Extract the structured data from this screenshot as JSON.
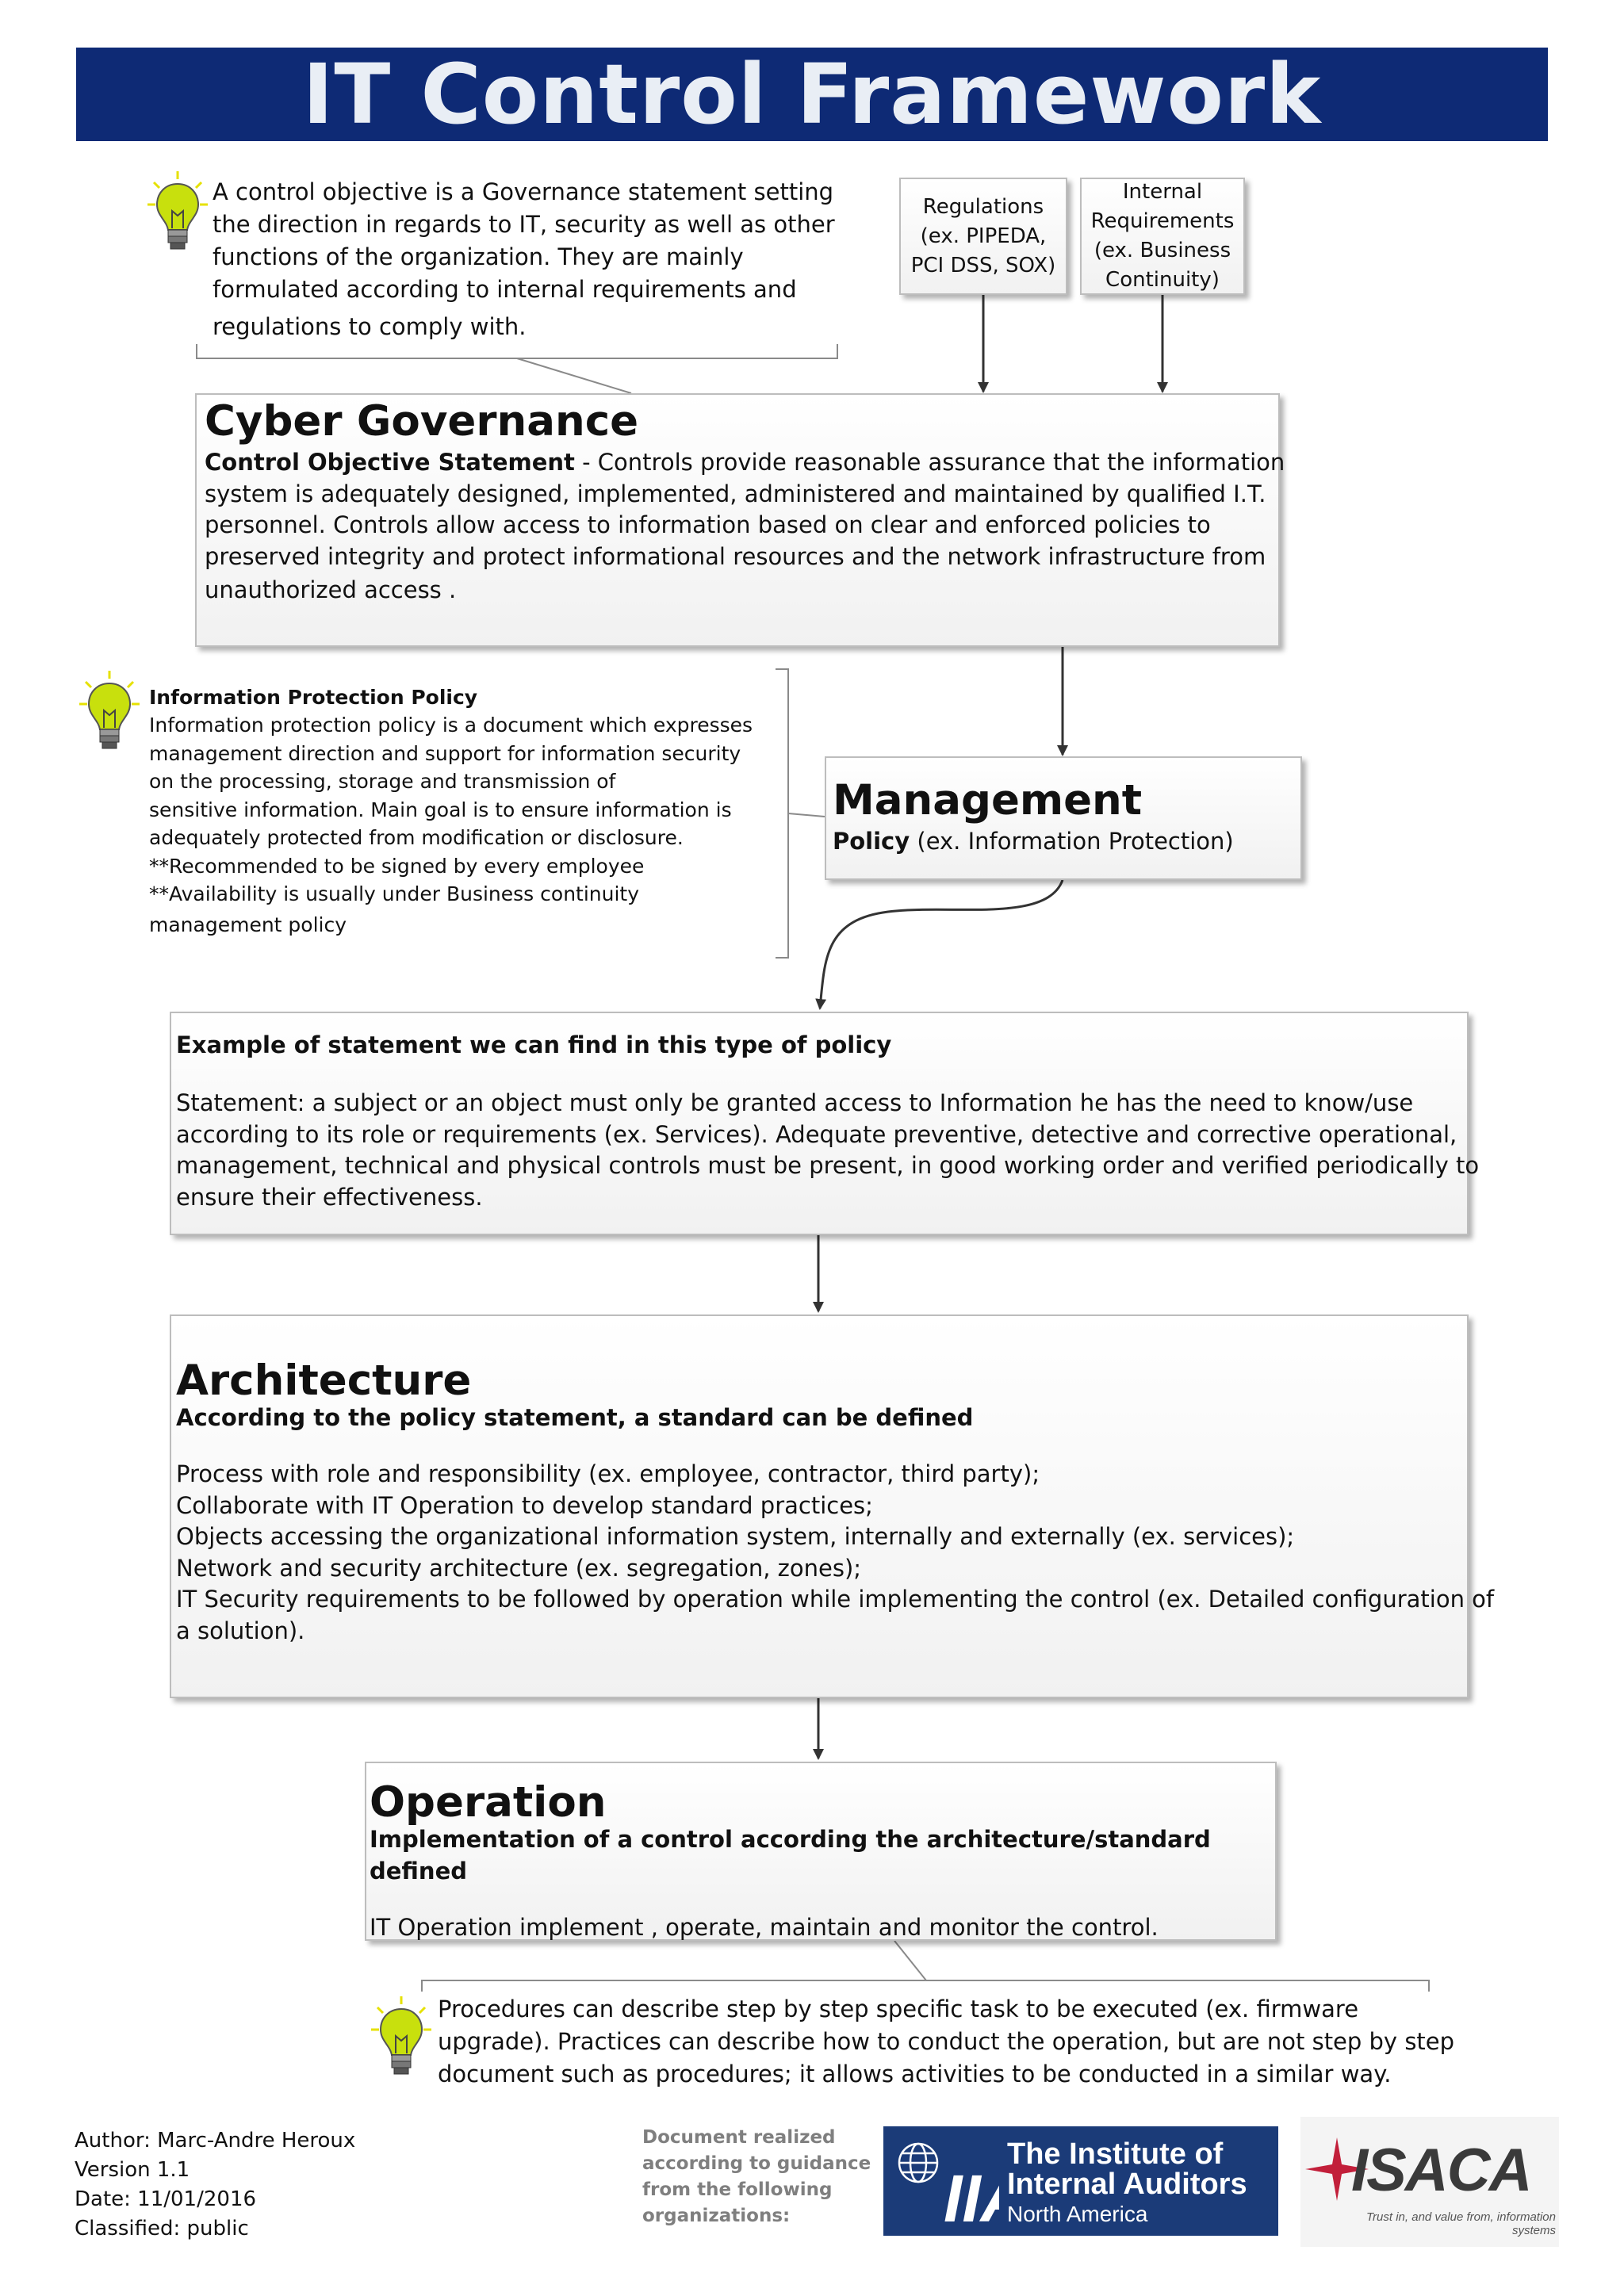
{
  "title": "IT Control Framework",
  "intro_callout": {
    "lines": [
      "A control objective is a Governance statement setting",
      "the direction in regards to IT, security as well as other",
      "functions of the organization. They are mainly",
      "formulated according to internal requirements and",
      "regulations to comply with."
    ]
  },
  "inputs": {
    "regulations": [
      "Regulations",
      "(ex. PIPEDA,",
      "PCI DSS, SOX)"
    ],
    "internal": [
      "Internal",
      "Requirements",
      "(ex. Business",
      "Continuity)"
    ]
  },
  "cyber_governance": {
    "heading": "Cyber Governance",
    "label": "Control Objective Statement",
    "first_line_rest": " - Controls provide reasonable assurance that the information",
    "lines": [
      "system is adequately designed, implemented, administered and maintained by qualified I.T.",
      "personnel. Controls allow access to information based on clear and enforced policies to",
      "preserved integrity and protect informational resources and the network infrastructure from",
      "unauthorized access ."
    ]
  },
  "policy_note": {
    "title": "Information Protection Policy",
    "lines": [
      "Information protection policy is a document which expresses",
      "management direction and support for information security",
      "on the processing, storage and transmission of",
      "sensitive information. Main goal is to ensure information is",
      "adequately protected from modification or disclosure.",
      "**Recommended to be signed by every employee",
      "**Availability is usually under Business continuity",
      "management policy"
    ]
  },
  "management": {
    "heading": "Management",
    "label": "Policy",
    "rest": " (ex. Information Protection)"
  },
  "policy_example": {
    "heading": "Example of statement we can find in this type of policy",
    "lines": [
      "Statement: a subject or an object must only be granted access to  Information he has the need to know/use",
      "according to its role or requirements (ex. Services). Adequate preventive, detective and corrective operational,",
      "management, technical and physical controls must be present, in good working order and verified periodically to",
      "ensure their effectiveness."
    ]
  },
  "architecture": {
    "heading": "Architecture",
    "subheading": "According to the policy statement, a standard can be defined",
    "lines": [
      "Process with role and responsibility (ex. employee, contractor, third party);",
      "Collaborate with IT Operation to develop standard practices;",
      "Objects accessing the organizational information system, internally and externally (ex. services);",
      "Network and security architecture (ex. segregation, zones);",
      "IT Security requirements to be followed by operation while implementing the control (ex. Detailed configuration of",
      "a solution)."
    ]
  },
  "operation": {
    "heading": "Operation",
    "subheading": "Implementation of a control according the architecture/standard defined",
    "body": " IT Operation implement , operate, maintain and monitor the control."
  },
  "procedures_note": {
    "lines": [
      "Procedures can describe step by step specific task to be executed (ex. firmware",
      "upgrade). Practices can describe how to conduct the operation, but are not step by step",
      "document such as procedures; it allows activities to be conducted in a similar way."
    ]
  },
  "footer": {
    "author": "Author: Marc-Andre Heroux",
    "version": "Version 1.1",
    "date": "Date: 11/01/2016",
    "classified": "Classified: public",
    "guidance": [
      "Document realized",
      "according to guidance",
      "from the following",
      "organizations:"
    ],
    "iia": {
      "line1": "The Institute of",
      "line2": "Internal Auditors",
      "line3": "North America",
      "mark": "IIA",
      "color": "#1b3b78"
    },
    "isaca": {
      "name": "ISACA",
      "tagline": "Trust in, and value from, information systems",
      "color": "#3a3a3a"
    }
  },
  "colors": {
    "title_bar": "#0e2a75",
    "bulb": "#c8e00d"
  }
}
